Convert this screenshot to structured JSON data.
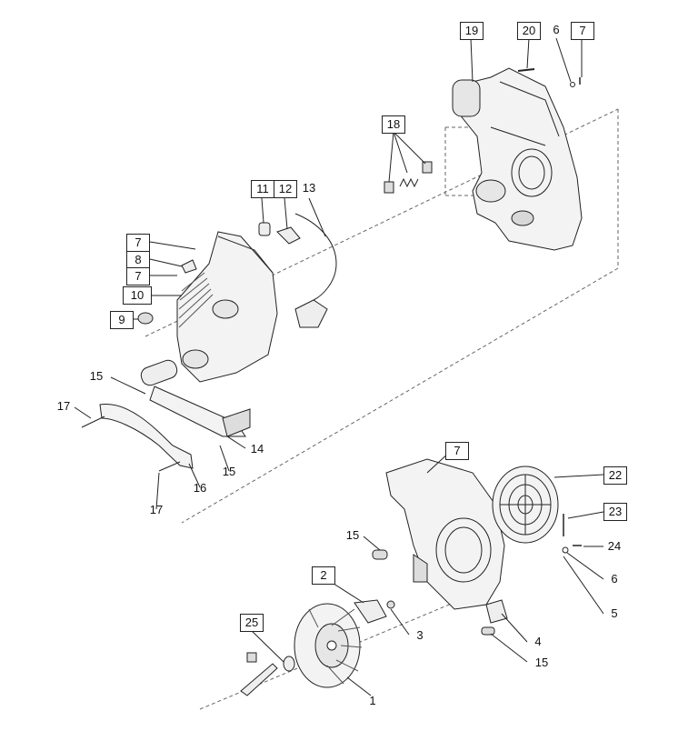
{
  "diagram": {
    "type": "exploded-parts-view",
    "callouts": [
      {
        "id": "c19",
        "text": "19"
      },
      {
        "id": "c20",
        "text": "20"
      },
      {
        "id": "c6a",
        "text": "6"
      },
      {
        "id": "c7a",
        "text": "7"
      },
      {
        "id": "c18",
        "text": "18"
      },
      {
        "id": "c11",
        "text": "11"
      },
      {
        "id": "c12",
        "text": "12"
      },
      {
        "id": "c13",
        "text": "13"
      },
      {
        "id": "c7b",
        "text": "7"
      },
      {
        "id": "c8",
        "text": "8"
      },
      {
        "id": "c7c",
        "text": "7"
      },
      {
        "id": "c10",
        "text": "10"
      },
      {
        "id": "c9",
        "text": "9"
      },
      {
        "id": "c15a",
        "text": "15"
      },
      {
        "id": "c17a",
        "text": "17"
      },
      {
        "id": "c14",
        "text": "14"
      },
      {
        "id": "c15b",
        "text": "15"
      },
      {
        "id": "c16",
        "text": "16"
      },
      {
        "id": "c17b",
        "text": "17"
      },
      {
        "id": "c7d",
        "text": "7"
      },
      {
        "id": "c22",
        "text": "22"
      },
      {
        "id": "c23",
        "text": "23"
      },
      {
        "id": "c15c",
        "text": "15"
      },
      {
        "id": "c24",
        "text": "24"
      },
      {
        "id": "c6b",
        "text": "6"
      },
      {
        "id": "c2",
        "text": "2"
      },
      {
        "id": "c5",
        "text": "5"
      },
      {
        "id": "c3",
        "text": "3"
      },
      {
        "id": "c25",
        "text": "25"
      },
      {
        "id": "c4",
        "text": "4"
      },
      {
        "id": "c15d",
        "text": "15"
      },
      {
        "id": "c1",
        "text": "1"
      }
    ]
  }
}
